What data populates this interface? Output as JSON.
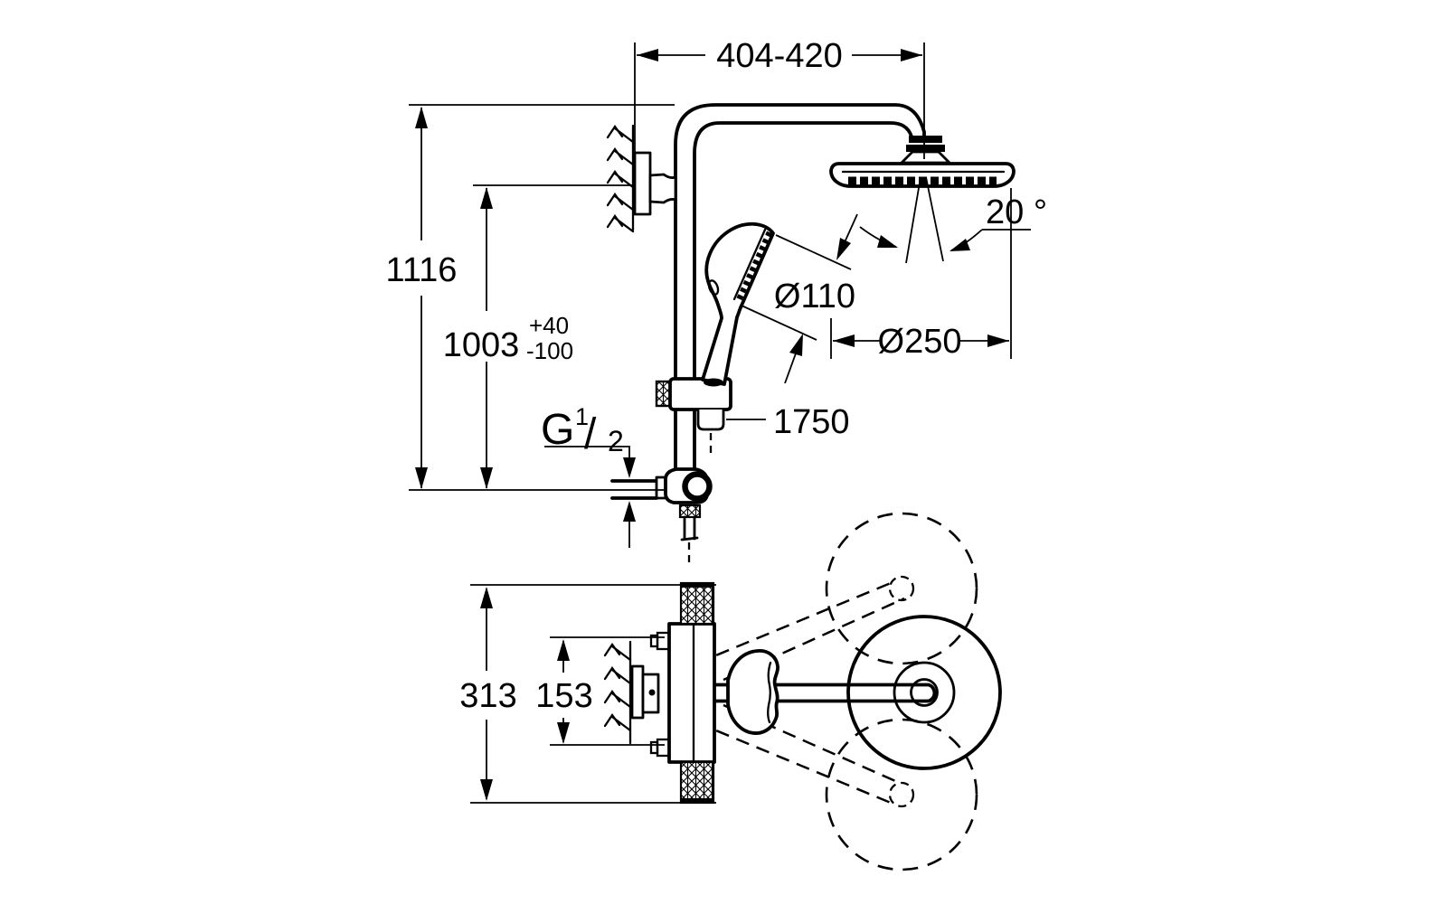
{
  "drawing": {
    "background_color": "#ffffff",
    "line_color": "#000000",
    "dimensions": {
      "reach": "404-420",
      "total_height": "1116",
      "rail_height": "1003",
      "rail_tol_plus": "+40",
      "rail_tol_minus": "-100",
      "thread_letter": "G",
      "thread_num": "1",
      "thread_slash": "/",
      "thread_den": "2",
      "hand_shower_diameter": "Ø110",
      "head_shower_diameter": "Ø250",
      "swivel_angle": "20 °",
      "hose_length": "1750",
      "plan_total": "313",
      "plan_centers": "153"
    }
  }
}
